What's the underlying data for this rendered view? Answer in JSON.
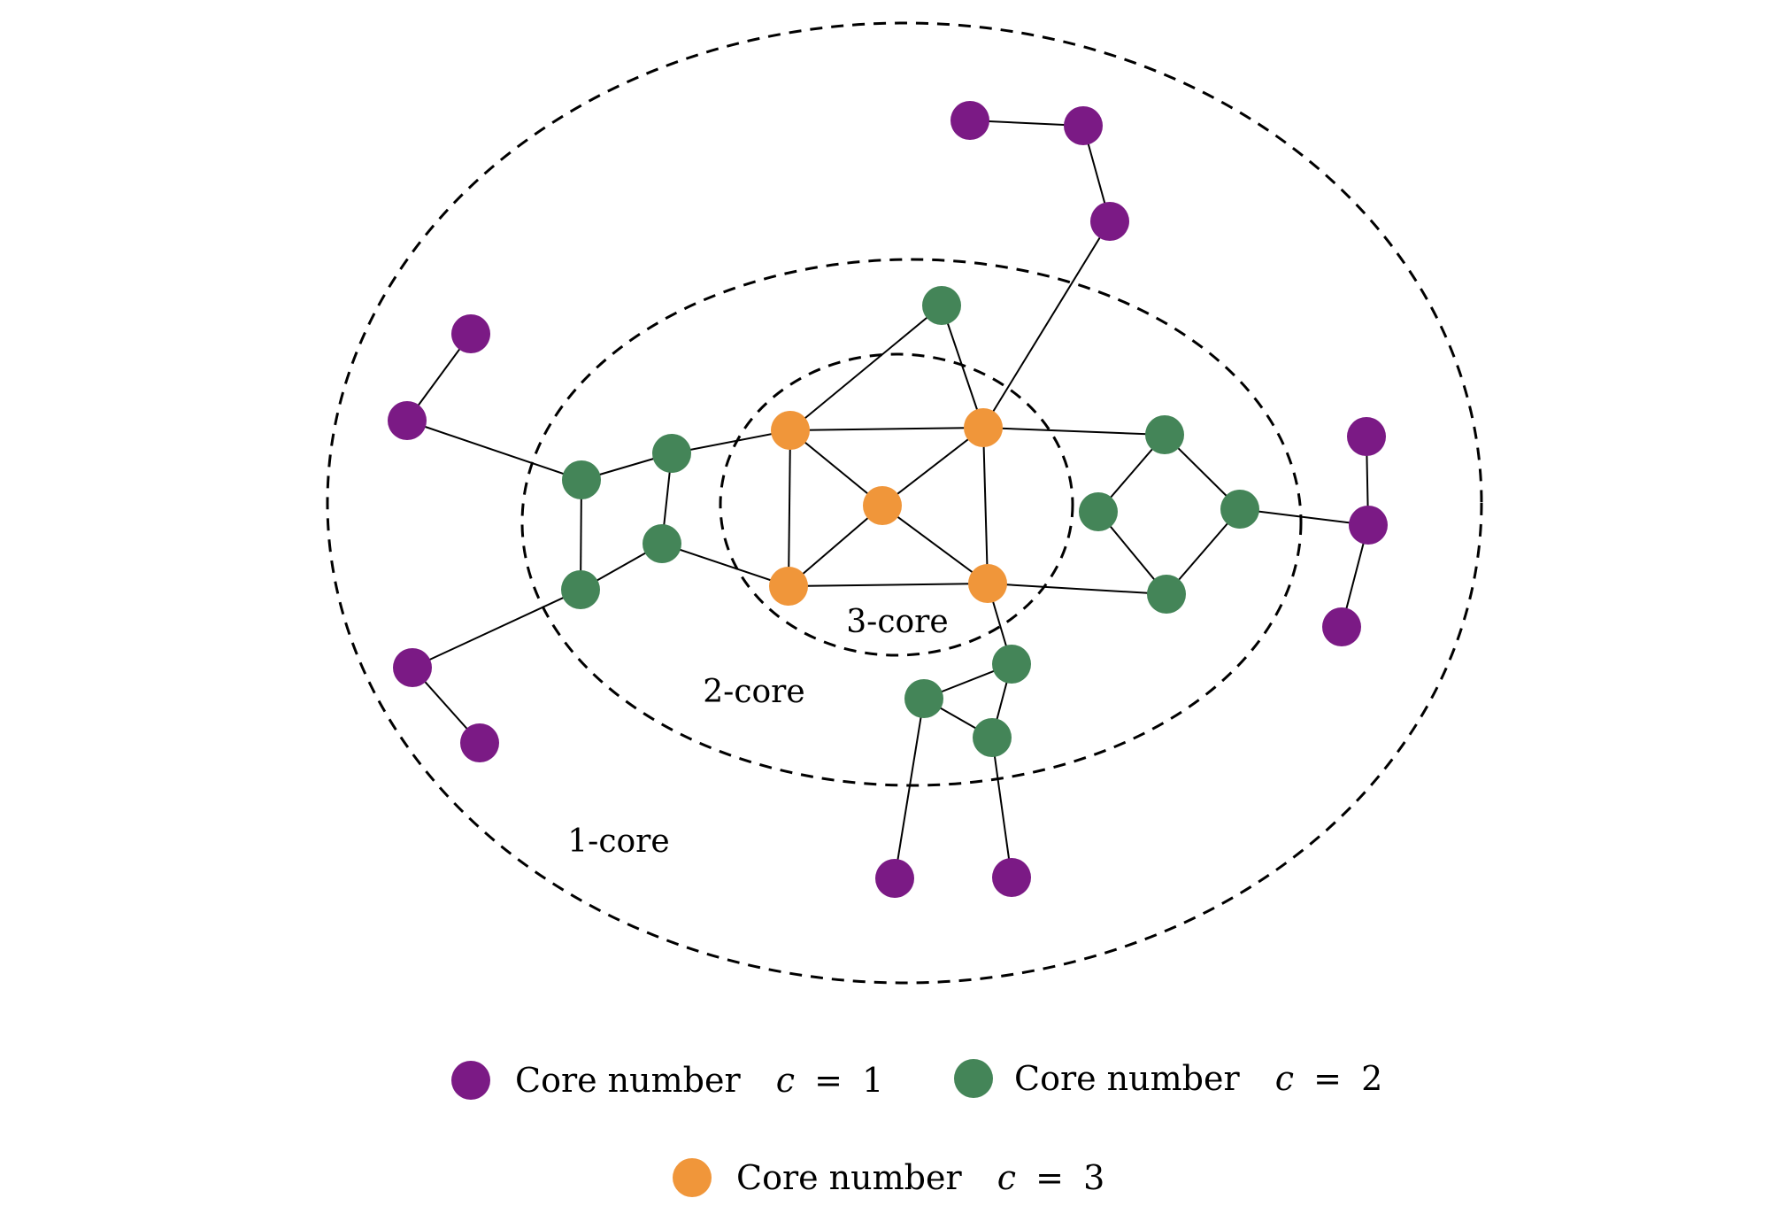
{
  "colors": {
    "core_1": "#7b1a85",
    "core_2": "#448558",
    "core_3": "#f0963a"
  },
  "rings": [
    {
      "label": "1-core"
    },
    {
      "label": "2-core"
    },
    {
      "label": "3-core"
    }
  ],
  "legend": [
    {
      "text": "Core number",
      "variable": "c",
      "relation": "=",
      "value": "1",
      "color_key": "core_1"
    },
    {
      "text": "Core number",
      "variable": "c",
      "relation": "=",
      "value": "2",
      "color_key": "core_2"
    },
    {
      "text": "Core number",
      "variable": "c",
      "relation": "=",
      "value": "3",
      "color_key": "core_3"
    }
  ],
  "graph": {
    "nodes": [
      {
        "id": "p1",
        "core": 1
      },
      {
        "id": "p2",
        "core": 1
      },
      {
        "id": "p3",
        "core": 1
      },
      {
        "id": "p4",
        "core": 1
      },
      {
        "id": "p5",
        "core": 1
      },
      {
        "id": "p6",
        "core": 1
      },
      {
        "id": "p7",
        "core": 1
      },
      {
        "id": "p8",
        "core": 1
      },
      {
        "id": "p9",
        "core": 1
      },
      {
        "id": "p10",
        "core": 1
      },
      {
        "id": "p11",
        "core": 1
      },
      {
        "id": "p12",
        "core": 1
      },
      {
        "id": "g1",
        "core": 2
      },
      {
        "id": "g2",
        "core": 2
      },
      {
        "id": "g3",
        "core": 2
      },
      {
        "id": "g4",
        "core": 2
      },
      {
        "id": "g5",
        "core": 2
      },
      {
        "id": "g6",
        "core": 2
      },
      {
        "id": "g7",
        "core": 2
      },
      {
        "id": "g8",
        "core": 2
      },
      {
        "id": "g9",
        "core": 2
      },
      {
        "id": "g10",
        "core": 2
      },
      {
        "id": "g11",
        "core": 2
      },
      {
        "id": "g12",
        "core": 2
      },
      {
        "id": "o1",
        "core": 3
      },
      {
        "id": "o2",
        "core": 3
      },
      {
        "id": "o3",
        "core": 3
      },
      {
        "id": "o4",
        "core": 3
      },
      {
        "id": "o5",
        "core": 3
      }
    ],
    "edges": [
      [
        "p1",
        "p2"
      ],
      [
        "p2",
        "p3"
      ],
      [
        "p3",
        "o2"
      ],
      [
        "p4",
        "p5"
      ],
      [
        "p5",
        "g1"
      ],
      [
        "p6",
        "p7"
      ],
      [
        "p6",
        "g4"
      ],
      [
        "p8",
        "p9"
      ],
      [
        "p9",
        "p10"
      ],
      [
        "p9",
        "g9"
      ],
      [
        "p11",
        "g11"
      ],
      [
        "p12",
        "g12"
      ],
      [
        "g1",
        "g2"
      ],
      [
        "g1",
        "g4"
      ],
      [
        "g2",
        "g3"
      ],
      [
        "g2",
        "o1"
      ],
      [
        "g3",
        "g4"
      ],
      [
        "g3",
        "o4"
      ],
      [
        "g5",
        "o1"
      ],
      [
        "g5",
        "o2"
      ],
      [
        "o1",
        "o2"
      ],
      [
        "o1",
        "o3"
      ],
      [
        "o1",
        "o4"
      ],
      [
        "o2",
        "o3"
      ],
      [
        "o2",
        "o5"
      ],
      [
        "o3",
        "o4"
      ],
      [
        "o3",
        "o5"
      ],
      [
        "o4",
        "o5"
      ],
      [
        "o2",
        "g6"
      ],
      [
        "o5",
        "g8"
      ],
      [
        "o5",
        "g10"
      ],
      [
        "g6",
        "g7"
      ],
      [
        "g6",
        "g9"
      ],
      [
        "g7",
        "g8"
      ],
      [
        "g9",
        "g8"
      ],
      [
        "g10",
        "g11"
      ],
      [
        "g10",
        "g12"
      ],
      [
        "g11",
        "g12"
      ]
    ]
  }
}
